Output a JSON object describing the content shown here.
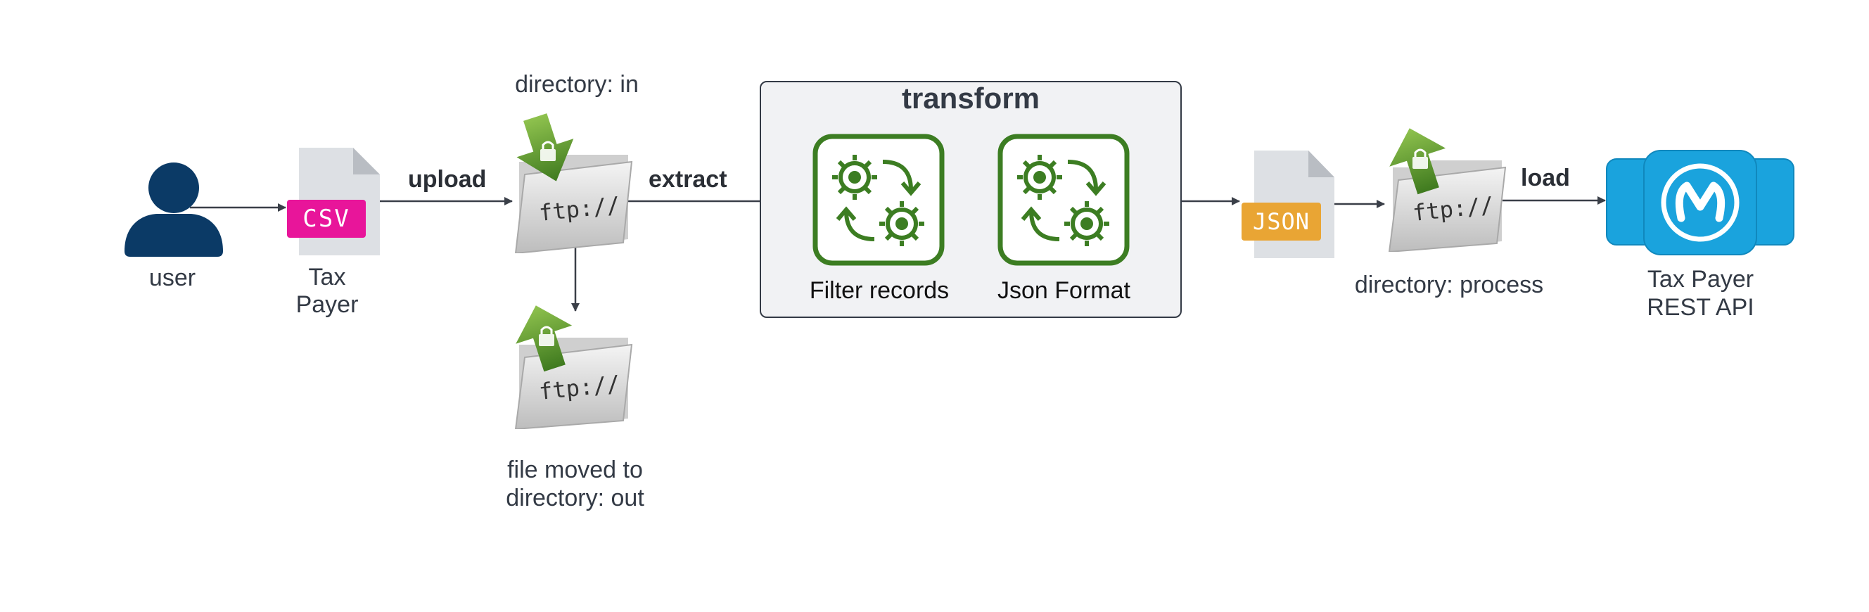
{
  "nodes": {
    "user": {
      "label": "user",
      "icon": "user-icon"
    },
    "csv": {
      "badge": "CSV",
      "label_line1": "Tax",
      "label_line2": "Payer",
      "icon": "csv-file-icon"
    },
    "ftp_in": {
      "text": "ftp://",
      "label": "directory: in",
      "icon": "ftp-folder-download-icon"
    },
    "ftp_out": {
      "text": "ftp://",
      "label_line1": "file moved to",
      "label_line2": "directory: out",
      "icon": "ftp-folder-upload-icon"
    },
    "transform": {
      "title": "transform",
      "steps": [
        {
          "label": "Filter records",
          "icon": "gears-process-icon"
        },
        {
          "label": "Json Format",
          "icon": "gears-process-icon"
        }
      ]
    },
    "json": {
      "badge": "JSON",
      "icon": "json-file-icon"
    },
    "ftp_process": {
      "text": "ftp://",
      "label": "directory: process",
      "icon": "ftp-folder-upload-icon"
    },
    "api": {
      "label_line1": "Tax Payer",
      "label_line2": "REST API",
      "icon": "mulesoft-api-icon"
    }
  },
  "edges": {
    "upload": "upload",
    "extract": "extract",
    "load": "load"
  },
  "colors": {
    "user": "#0b3a66",
    "csv_badge": "#e8159a",
    "json_badge": "#e9a534",
    "gear_green": "#3c7d22",
    "arrow_green": "#6aa434",
    "api_blue": "#1aa3dd",
    "line": "#3a3f48",
    "box_fill": "#f1f2f4"
  }
}
